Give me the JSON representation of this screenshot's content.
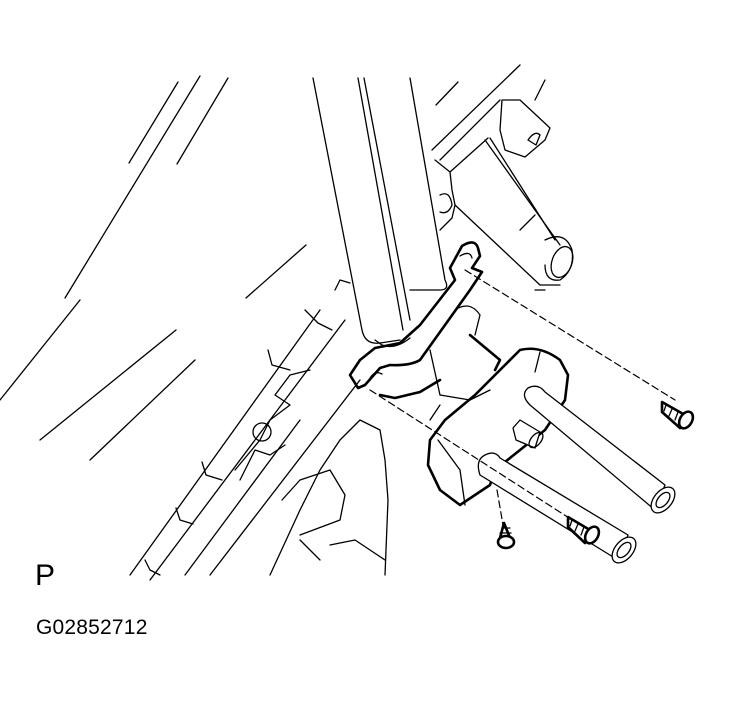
{
  "figure": {
    "view_label": "P",
    "figure_code": "G02852712"
  },
  "parts": {
    "steering_column": "steering-column-shaft",
    "clamp": "column-clamp",
    "cover_block": "column-cover-block",
    "bracket": "mount-bracket",
    "screws": [
      "screw-upper-right",
      "screw-lower-left",
      "screw-lower-mid"
    ],
    "rods": [
      "rod-upper",
      "rod-lower",
      "rod-short"
    ]
  },
  "colors": {
    "line": "#000000",
    "background": "#ffffff"
  }
}
